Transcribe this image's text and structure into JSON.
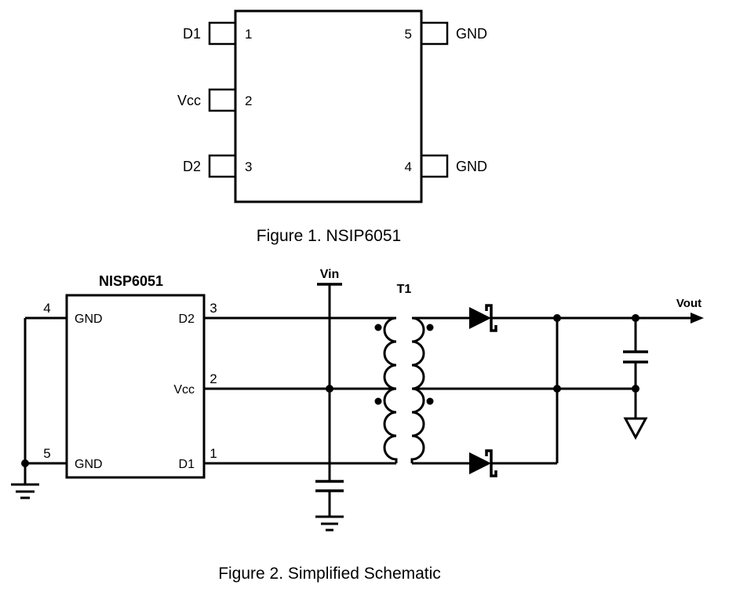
{
  "figure1": {
    "caption": "Figure 1. NSIP6051",
    "pin1": {
      "number": "1",
      "label": "D1"
    },
    "pin2": {
      "number": "2",
      "label": "Vcc"
    },
    "pin3": {
      "number": "3",
      "label": "D2"
    },
    "pin4": {
      "number": "4",
      "label": "GND"
    },
    "pin5": {
      "number": "5",
      "label": "GND"
    }
  },
  "figure2": {
    "caption": "Figure 2. Simplified Schematic",
    "ic_label": "NISP6051",
    "pin1": {
      "number": "1",
      "label": "D1"
    },
    "pin2": {
      "number": "2",
      "label": "Vcc"
    },
    "pin3": {
      "number": "3",
      "label": "D2"
    },
    "pin4": {
      "number": "4",
      "label": "GND"
    },
    "pin5": {
      "number": "5",
      "label": "GND"
    },
    "vin_label": "Vin",
    "vout_label": "Vout",
    "transformer_label": "T1"
  },
  "colors": {
    "ink": "#000000",
    "background": "#ffffff"
  }
}
